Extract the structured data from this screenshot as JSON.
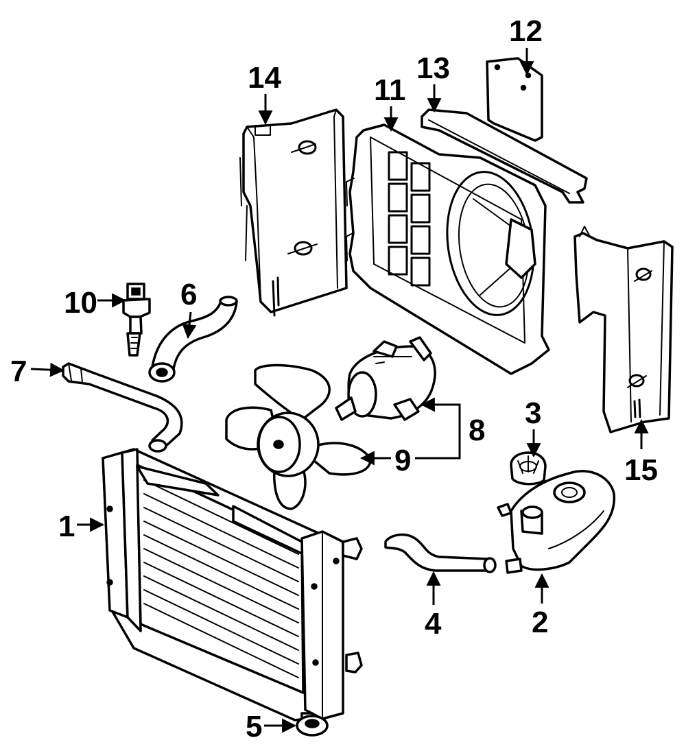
{
  "diagram": {
    "callouts": [
      {
        "id": "c1",
        "label": "1"
      },
      {
        "id": "c2",
        "label": "2"
      },
      {
        "id": "c3",
        "label": "3"
      },
      {
        "id": "c4",
        "label": "4"
      },
      {
        "id": "c5",
        "label": "5"
      },
      {
        "id": "c6",
        "label": "6"
      },
      {
        "id": "c7",
        "label": "7"
      },
      {
        "id": "c8",
        "label": "8"
      },
      {
        "id": "c9",
        "label": "9"
      },
      {
        "id": "c10",
        "label": "10"
      },
      {
        "id": "c11",
        "label": "11"
      },
      {
        "id": "c12",
        "label": "12"
      },
      {
        "id": "c13",
        "label": "13"
      },
      {
        "id": "c14",
        "label": "14"
      },
      {
        "id": "c15",
        "label": "15"
      }
    ],
    "colors": {
      "ink": "#000000",
      "paper": "#ffffff"
    }
  }
}
